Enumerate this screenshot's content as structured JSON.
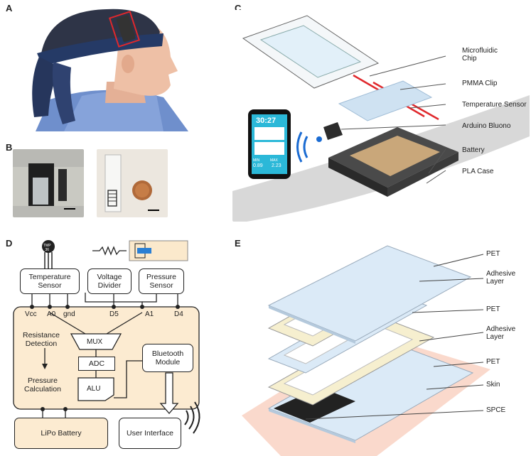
{
  "panels": {
    "a": "A",
    "b": "B",
    "c": "C",
    "d": "D",
    "e": "E"
  },
  "panel_c": {
    "phone_time": "30:27",
    "phone_min_label": "MIN",
    "phone_max_label": "MAX",
    "phone_min_value": "0.89",
    "phone_max_value": "2.23",
    "callouts": [
      "Microfluidic\nChip",
      "PMMA Clip",
      "Temperature Sensor",
      "Arduino Bluono",
      "Battery",
      "PLA Case"
    ]
  },
  "panel_d": {
    "tmp_label": "TMP\n36",
    "temperature_sensor": "Temperature\nSensor",
    "voltage_divider": "Voltage\nDivider",
    "pressure_sensor": "Pressure\nSensor",
    "pin_vcc": "Vcc",
    "pin_a0": "A0",
    "pin_gnd": "gnd",
    "pin_d5": "D5",
    "pin_a1": "A1",
    "pin_d4": "D4",
    "resistance_detection": "Resistance\nDetection",
    "pressure_calculation": "Pressure\nCalculation",
    "mux": "MUX",
    "adc": "ADC",
    "alu": "ALU",
    "bluetooth_module": "Bluetooth\nModule",
    "lipo_battery": "LiPo Battery",
    "user_interface": "User Interface"
  },
  "panel_e": {
    "layers": [
      "PET",
      "Adhesive\nLayer",
      "PET",
      "Adhesive\nLayer",
      "PET",
      "Skin",
      "SPCE"
    ]
  },
  "colors": {
    "pet_blue": "#d6e9f7",
    "adhesive_cream": "#f6efcf",
    "skin_pink": "#f8c9b7",
    "board_cream": "#fcebd1",
    "red_marker": "#e0282c",
    "phone_teal": "#2bb8d8"
  }
}
